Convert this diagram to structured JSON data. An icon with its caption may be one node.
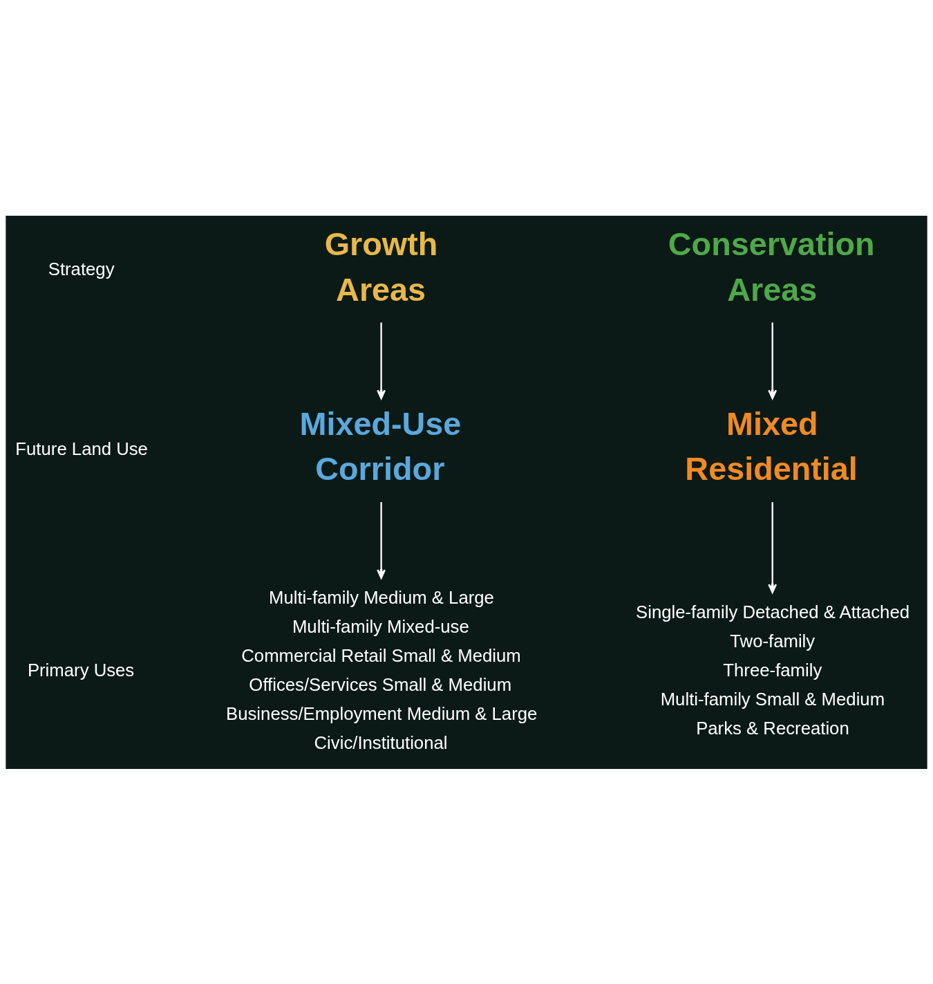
{
  "diagram": {
    "nodes": [
      {
        "text": [
          "Growth Areas"
        ]
      },
      {
        "text": [
          "Conservation Areas"
        ]
      },
      {
        "text": [
          "Mixed-Use Corridor"
        ]
      },
      {
        "text": [
          "Mixed Residential"
        ]
      },
      {
        "text": [
          "Multi-family Medium & Large",
          "Multi-family Mixed-use",
          "Commercial Retail Small & Medium",
          "Offices/Services Small & Medium",
          "Business/Employment Medium & Large",
          "Civic/Institutional"
        ]
      },
      {
        "text": [
          "Single-family Detached & Attached",
          "Two-family",
          "Three-family",
          "Multi-family Small & Medium",
          "Parks & Recreation"
        ]
      }
    ],
    "edges": [
      {
        "from": 0,
        "to": 2,
        "arrow": "to"
      },
      {
        "from": 1,
        "to": 3,
        "arrow": "to"
      },
      {
        "from": 2,
        "to": 4,
        "arrow": "to"
      },
      {
        "from": 3,
        "to": 5,
        "arrow": "to"
      }
    ],
    "labels": [
      "Strategy",
      "Future Land Use",
      "Primary Uses"
    ]
  }
}
